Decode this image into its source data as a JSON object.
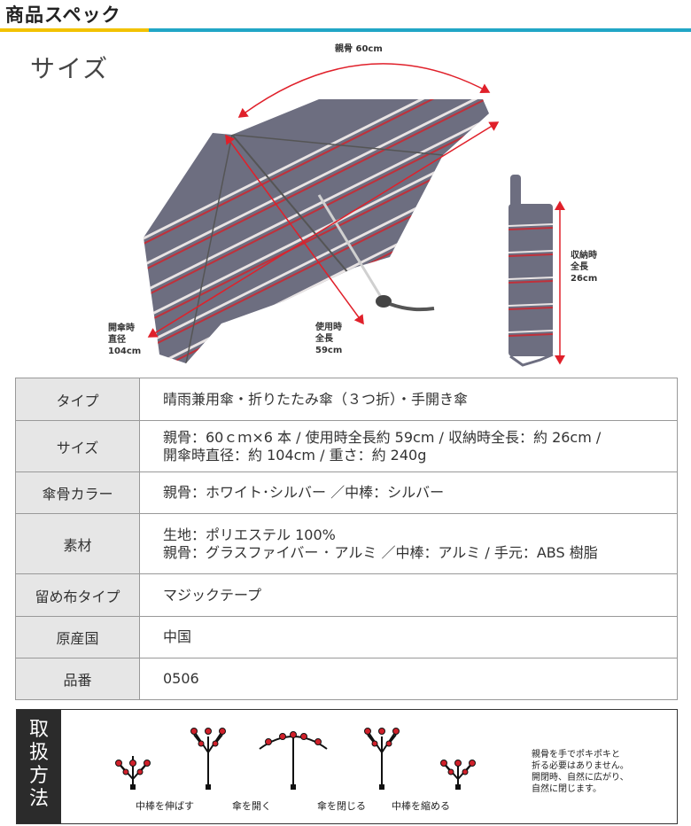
{
  "header": {
    "title": "商品スペック"
  },
  "section": {
    "title": "サイズ"
  },
  "dimensions": {
    "rib": "親骨 60cm",
    "open_diameter": [
      "開傘時",
      "直径",
      "104cm"
    ],
    "length_in_use": [
      "使用時",
      "全長",
      "59cm"
    ],
    "folded_length": [
      "収納時",
      "全長",
      "26cm"
    ]
  },
  "spec_table": [
    {
      "label": "タイプ",
      "value": [
        "晴雨兼用傘・折りたたみ傘（３つ折）・手開き傘"
      ]
    },
    {
      "label": "サイズ",
      "value": [
        "親骨：60ｃｍ×6 本 / 使用時全長約 59cm / 収納時全長：約 26cm /",
        "開傘時直径：約 104cm / 重さ：約 240g"
      ]
    },
    {
      "label": "傘骨カラー",
      "value": [
        "親骨：ホワイト･シルバー ／中棒：シルバー"
      ]
    },
    {
      "label": "素材",
      "value": [
        "生地：ポリエステル 100%",
        "親骨：グラスファイバー ･ アルミ ／中棒：アルミ / 手元：ABS 樹脂"
      ]
    },
    {
      "label": "留め布タイプ",
      "value": [
        "マジックテープ"
      ]
    },
    {
      "label": "原産国",
      "value": [
        "中国"
      ]
    },
    {
      "label": "品番",
      "value": [
        "0506"
      ]
    }
  ],
  "handling": {
    "label": [
      "取",
      "扱",
      "方",
      "法"
    ],
    "steps": [
      "中棒を伸ばす",
      "傘を開く",
      "傘を閉じる",
      "中棒を縮める"
    ],
    "note": [
      "親骨を手でポキポキと",
      "折る必要はありません。",
      "開閉時、自然に広がり、",
      "自然に閉じます。"
    ]
  },
  "colors": {
    "accent_yellow": "#f2c200",
    "accent_blue": "#21a6c6",
    "dimension_red": "#e0202a",
    "umbrella_gray": "#6e6e80",
    "stripe_red": "#c0303a"
  }
}
